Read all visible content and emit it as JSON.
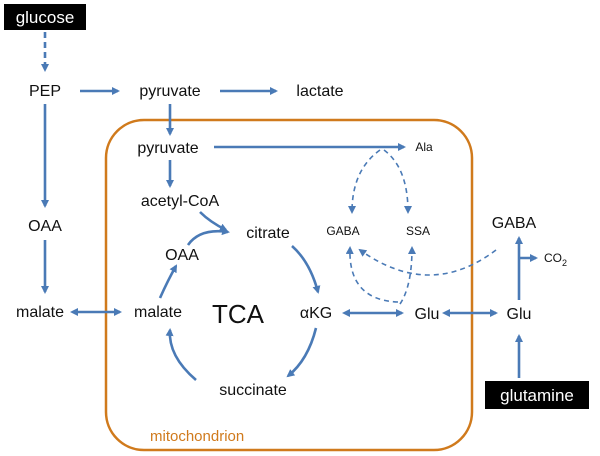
{
  "diagram": {
    "nodes": {
      "glucose": "glucose",
      "pep": "PEP",
      "pyruvate_cyto": "pyruvate",
      "lactate": "lactate",
      "oaa_cyto": "OAA",
      "malate_cyto": "malate",
      "pyruvate_mito": "pyruvate",
      "ala": "Ala",
      "acetyl_coa": "acetyl-CoA",
      "citrate": "citrate",
      "oaa_mito": "OAA",
      "malate_mito": "malate",
      "tca": "TCA",
      "akg": "αKG",
      "succinate": "succinate",
      "gaba_mito": "GABA",
      "ssa": "SSA",
      "glu_mito": "Glu",
      "glu_cyto": "Glu",
      "gaba_cyto": "GABA",
      "co2_base": "CO",
      "co2_sub": "2",
      "glutamine": "glutamine",
      "mitochondrion": "mitochondrion"
    },
    "colors": {
      "arrow": "#4a7ab6",
      "mitochondrion_border": "#d07a1c",
      "black_box": "#000000"
    }
  }
}
